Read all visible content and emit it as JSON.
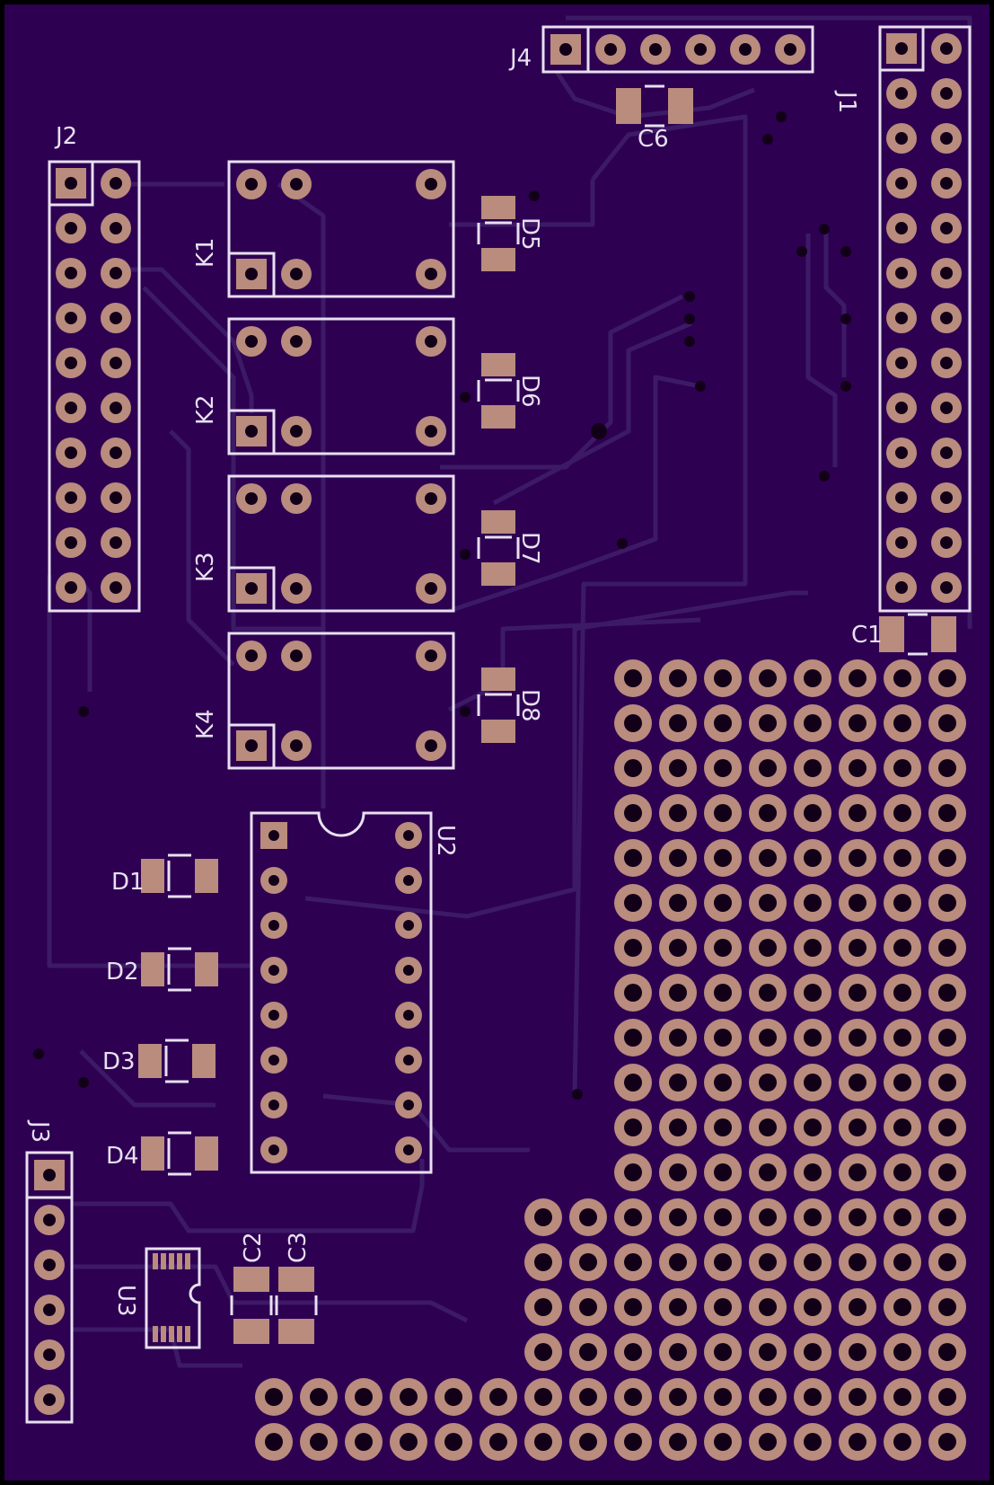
{
  "colors": {
    "board": "#2d0052",
    "trace": "#3d1a66",
    "silk": "#e8e0f0",
    "copper": "#b98c7d",
    "hole": "#120018",
    "outline": "#000000"
  },
  "labels": {
    "j1": "J1",
    "j2": "J2",
    "j3": "J3",
    "j4": "J4",
    "k1": "K1",
    "k2": "K2",
    "k3": "K3",
    "k4": "K4",
    "d1": "D1",
    "d2": "D2",
    "d3": "D3",
    "d4": "D4",
    "d5": "D5",
    "d6": "D6",
    "d7": "D7",
    "d8": "D8",
    "c1": "C1",
    "c2": "C2",
    "c3": "C3",
    "c6": "C6",
    "u2": "U2",
    "u3": "U3"
  }
}
